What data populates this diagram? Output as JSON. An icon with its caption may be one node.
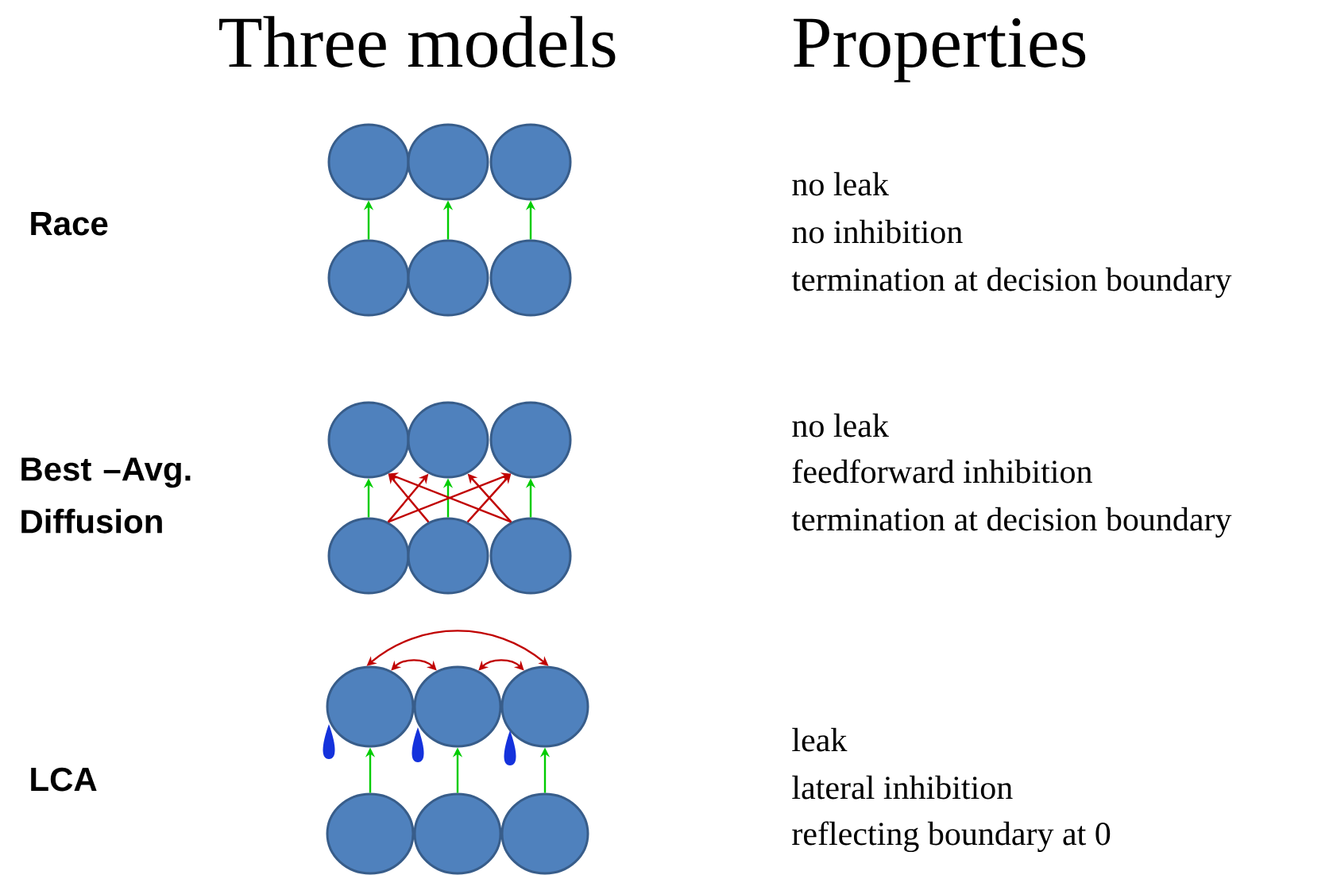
{
  "diagram": {
    "title": "Three models",
    "nodes": [
      {
        "text": [],
        "shape": "circle"
      },
      {
        "text": [],
        "shape": "circle"
      },
      {
        "text": [],
        "shape": "circle"
      },
      {
        "text": [],
        "shape": "circle"
      },
      {
        "text": [],
        "shape": "circle"
      },
      {
        "text": [],
        "shape": "circle"
      },
      {
        "text": [],
        "shape": "circle"
      },
      {
        "text": [],
        "shape": "circle"
      },
      {
        "text": [],
        "shape": "circle"
      },
      {
        "text": [],
        "shape": "circle"
      },
      {
        "text": [],
        "shape": "circle"
      },
      {
        "text": [],
        "shape": "circle"
      },
      {
        "text": [],
        "shape": "circle"
      },
      {
        "text": [],
        "shape": "circle"
      },
      {
        "text": [],
        "shape": "circle"
      },
      {
        "text": [],
        "shape": "circle"
      },
      {
        "text": [],
        "shape": "circle"
      },
      {
        "text": [],
        "shape": "circle"
      }
    ],
    "edges": [
      {
        "from": 3,
        "to": 0,
        "arrow": "to",
        "color": "#00cc00"
      },
      {
        "from": 4,
        "to": 1,
        "arrow": "to",
        "color": "#00cc00"
      },
      {
        "from": 5,
        "to": 2,
        "arrow": "to",
        "color": "#00cc00"
      },
      {
        "from": 9,
        "to": 6,
        "arrow": "to",
        "color": "#00cc00"
      },
      {
        "from": 10,
        "to": 7,
        "arrow": "to",
        "color": "#00cc00"
      },
      {
        "from": 11,
        "to": 8,
        "arrow": "to",
        "color": "#00cc00"
      },
      {
        "from": 9,
        "to": 7,
        "arrow": "to",
        "color": "#c00000"
      },
      {
        "from": 9,
        "to": 8,
        "arrow": "to",
        "color": "#c00000"
      },
      {
        "from": 10,
        "to": 6,
        "arrow": "to",
        "color": "#c00000"
      },
      {
        "from": 10,
        "to": 8,
        "arrow": "to",
        "color": "#c00000"
      },
      {
        "from": 11,
        "to": 6,
        "arrow": "to",
        "color": "#c00000"
      },
      {
        "from": 11,
        "to": 7,
        "arrow": "to",
        "color": "#c00000"
      },
      {
        "from": 12,
        "to": 13,
        "arrow": "both",
        "color": "#c00000"
      },
      {
        "from": 13,
        "to": 14,
        "arrow": "both",
        "color": "#c00000"
      },
      {
        "from": 12,
        "to": 14,
        "arrow": "both",
        "color": "#c00000"
      },
      {
        "from": 15,
        "to": 12,
        "arrow": "to",
        "color": "#00cc00"
      },
      {
        "from": 16,
        "to": 13,
        "arrow": "to",
        "color": "#00cc00"
      },
      {
        "from": 17,
        "to": 14,
        "arrow": "to",
        "color": "#00cc00"
      }
    ],
    "labels": [
      "Properties",
      "Race",
      "no  leak",
      "no inhibition",
      "termination at decision boundary",
      "Best –Avg. Diffusion",
      "no  leak",
      "feedforward inhibition",
      "termination at decision boundary",
      "LCA",
      "leak",
      "lateral  inhibition",
      "reflecting boundary at 0"
    ]
  }
}
